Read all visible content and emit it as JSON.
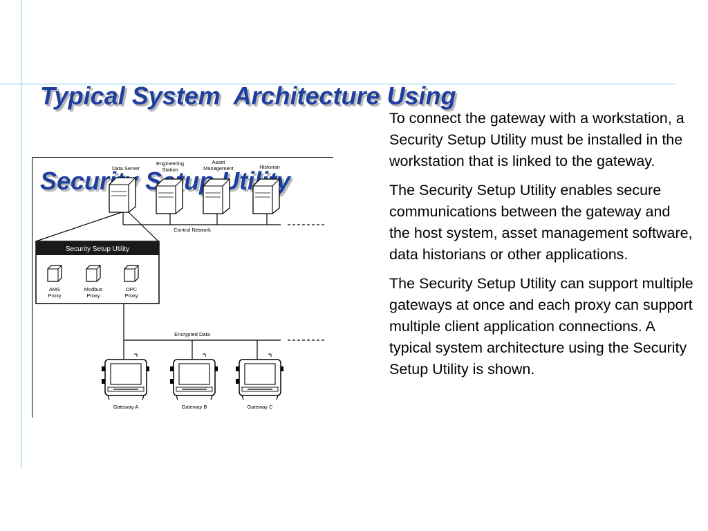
{
  "slide": {
    "title_line1": "Typical System  Architecture Using",
    "title_line2": "Security Setup Utility",
    "paragraphs": [
      "To connect the gateway with a workstation, a Security Setup Utility must be installed in the workstation that is linked to the gateway.",
      "The Security Setup Utility enables secure communications between the gateway and the host system, asset management software, data historians or other applications.",
      "The Security Setup Utility can support multiple gateways at once and each proxy can support multiple client application connections. A typical system architecture using the Security Setup Utility is shown."
    ]
  },
  "diagram": {
    "servers": [
      {
        "line1": "Data Server",
        "line2": ""
      },
      {
        "line1": "Engineering",
        "line2": "Station"
      },
      {
        "line1": "Asset",
        "line2": "Management"
      },
      {
        "line1": "Historian",
        "line2": ""
      }
    ],
    "control_network_label": "Control Network",
    "utility_title": "Security Setup Utility",
    "proxies": [
      {
        "line1": "AMS",
        "line2": "Proxy"
      },
      {
        "line1": "Modbus",
        "line2": "Proxy"
      },
      {
        "line1": "OPC",
        "line2": "Proxy"
      }
    ],
    "encrypted_label": "Encrypted Data",
    "gateways": [
      "Gateway A",
      "Gateway B",
      "Gateway C"
    ]
  },
  "colors": {
    "title": "#1f3f9f",
    "accent_lines": "#7ec8e3",
    "utility_header": "#1a1a1a"
  }
}
